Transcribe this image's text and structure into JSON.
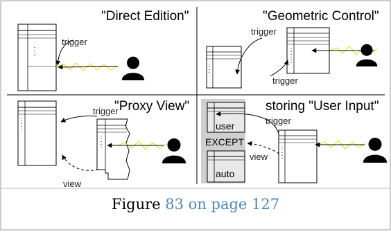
{
  "panels": {
    "direct_edition": {
      "title": "\"Direct Edition\"",
      "trigger": "trigger"
    },
    "geometric_control": {
      "title": "\"Geometric Control\"",
      "trigger_top": "trigger",
      "trigger_bottom": "trigger"
    },
    "proxy_view": {
      "title": "\"Proxy View\"",
      "trigger": "trigger",
      "view": "view"
    },
    "user_input": {
      "title": "storing \"User Input\"",
      "trigger": "trigger",
      "view": "view",
      "box_user": "user",
      "except": "EXCEPT",
      "box_auto": "auto"
    }
  },
  "caption": {
    "prefix": "Figure ",
    "link": "83 on page 127"
  },
  "colors": {
    "zigzag": "#e8e21a",
    "link": "#4a86c8",
    "gray_box": "#cfcfcf",
    "inner_box": "#e9e9e9"
  },
  "icons": [
    "user-icon",
    "arrow-icon"
  ]
}
